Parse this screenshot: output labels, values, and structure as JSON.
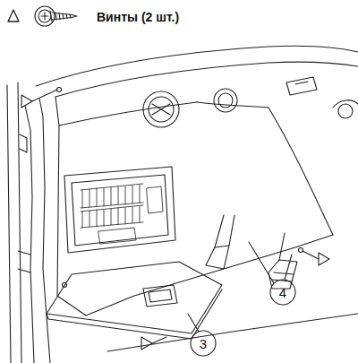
{
  "diagram": {
    "labels": [
      "3",
      "4"
    ],
    "legend": [
      {
        "text": "Винты (2 шт.)"
      }
    ]
  }
}
